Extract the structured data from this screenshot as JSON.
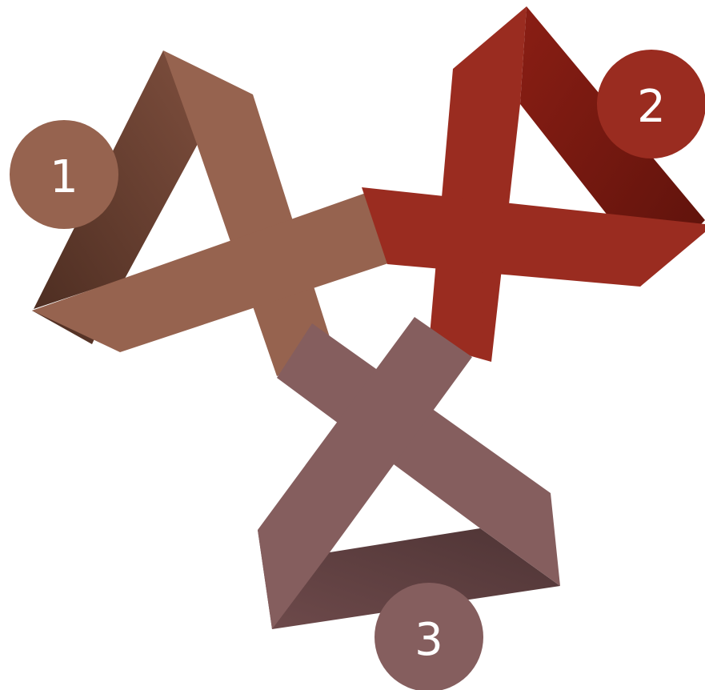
{
  "diagram": {
    "loops": [
      {
        "id": "loop-1",
        "label": "1",
        "colors": {
          "main": "#96634F",
          "dark": "#4E2E22",
          "mid": "#7D4E3D",
          "badge": "#96634F"
        }
      },
      {
        "id": "loop-2",
        "label": "2",
        "colors": {
          "main": "#9A2C20",
          "dark": "#5C120B",
          "mid": "#8A1E14",
          "badge": "#9A2C20"
        }
      },
      {
        "id": "loop-3",
        "label": "3",
        "colors": {
          "main": "#855E5E",
          "dark": "#4E3435",
          "mid": "#6E4A4B",
          "badge": "#855E5E"
        }
      }
    ]
  }
}
